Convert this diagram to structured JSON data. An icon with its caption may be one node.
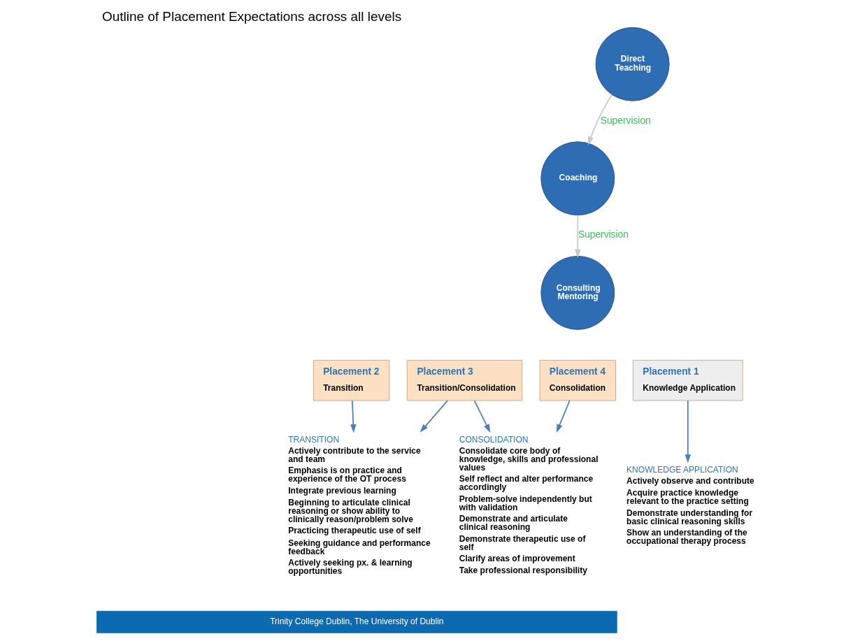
{
  "diagram": {
    "title": "Outline of Placement Expectations across all levels",
    "nodes": [
      {
        "text": [
          "Direct Teaching"
        ]
      },
      {
        "text": [
          "Coaching"
        ]
      },
      {
        "text": [
          "Consulting Mentoring"
        ]
      },
      {
        "text": [
          "Placement 1",
          "Knowledge Application"
        ]
      },
      {
        "text": [
          "Placement 2",
          "Transition"
        ]
      },
      {
        "text": [
          "Placement 3",
          "Transition/Consolidation"
        ]
      },
      {
        "text": [
          "Placement 4",
          "Consolidation"
        ]
      },
      {
        "text": [
          "KNOWLEDGE APPLICATION",
          "Actively observe and contribute",
          "Acquire practice knowledge relevant to the practice setting",
          "Demonstrate understanding for basic clinical reasoning skills",
          "Show an understanding of the occupational therapy process"
        ]
      },
      {
        "text": [
          "TRANSITION",
          "Actively contribute to the service and team",
          "Emphasis is on practice and experience of the OT process",
          "Integrate previous learning",
          "Beginning to articulate clinical reasoning or show ability to clinically reason/problem solve",
          "Practicing therapeutic use of self",
          "Seeking guidance and performance feedback",
          "Actively seeking px. & learning opportunities"
        ]
      },
      {
        "text": [
          "CONSOLIDATION",
          "Consolidate core body of knowledge, skills and professional values",
          "Self reflect and alter performance accordingly",
          "Problem-solve independently but with validation",
          "Demonstrate and articulate clinical reasoning",
          "Demonstrate therapeutic use of self",
          "Clarify areas of improvement",
          "Take professional responsibility"
        ]
      }
    ],
    "edges": [
      {
        "from": 0,
        "to": 1,
        "arrow": "to",
        "label": "Supervision",
        "color": "#c8c8c8"
      },
      {
        "from": 1,
        "to": 2,
        "arrow": "to",
        "label": "Supervision",
        "color": "#c8c8c8"
      },
      {
        "from": 3,
        "to": 7,
        "arrow": "to"
      },
      {
        "from": 4,
        "to": 8,
        "arrow": "to"
      },
      {
        "from": 5,
        "to": 8,
        "arrow": "to"
      },
      {
        "from": 5,
        "to": 9,
        "arrow": "to"
      },
      {
        "from": 6,
        "to": 9,
        "arrow": "to"
      }
    ],
    "labels": [
      "Trinity College Dublin, The University of Dublin"
    ]
  }
}
